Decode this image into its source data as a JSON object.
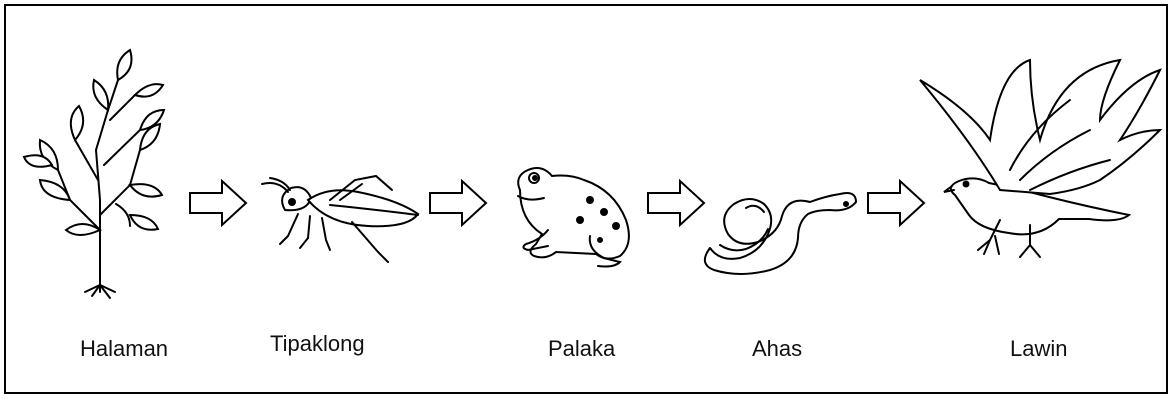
{
  "organisms": [
    {
      "name": "Halaman",
      "icon": "plant-icon"
    },
    {
      "name": "Tipaklong",
      "icon": "grasshopper-icon"
    },
    {
      "name": "Palaka",
      "icon": "frog-icon"
    },
    {
      "name": "Ahas",
      "icon": "snake-icon"
    },
    {
      "name": "Lawin",
      "icon": "hawk-icon"
    }
  ],
  "arrows": [
    {
      "from": "Halaman",
      "to": "Tipaklong"
    },
    {
      "from": "Tipaklong",
      "to": "Palaka"
    },
    {
      "from": "Palaka",
      "to": "Ahas"
    },
    {
      "from": "Ahas",
      "to": "Lawin"
    }
  ]
}
